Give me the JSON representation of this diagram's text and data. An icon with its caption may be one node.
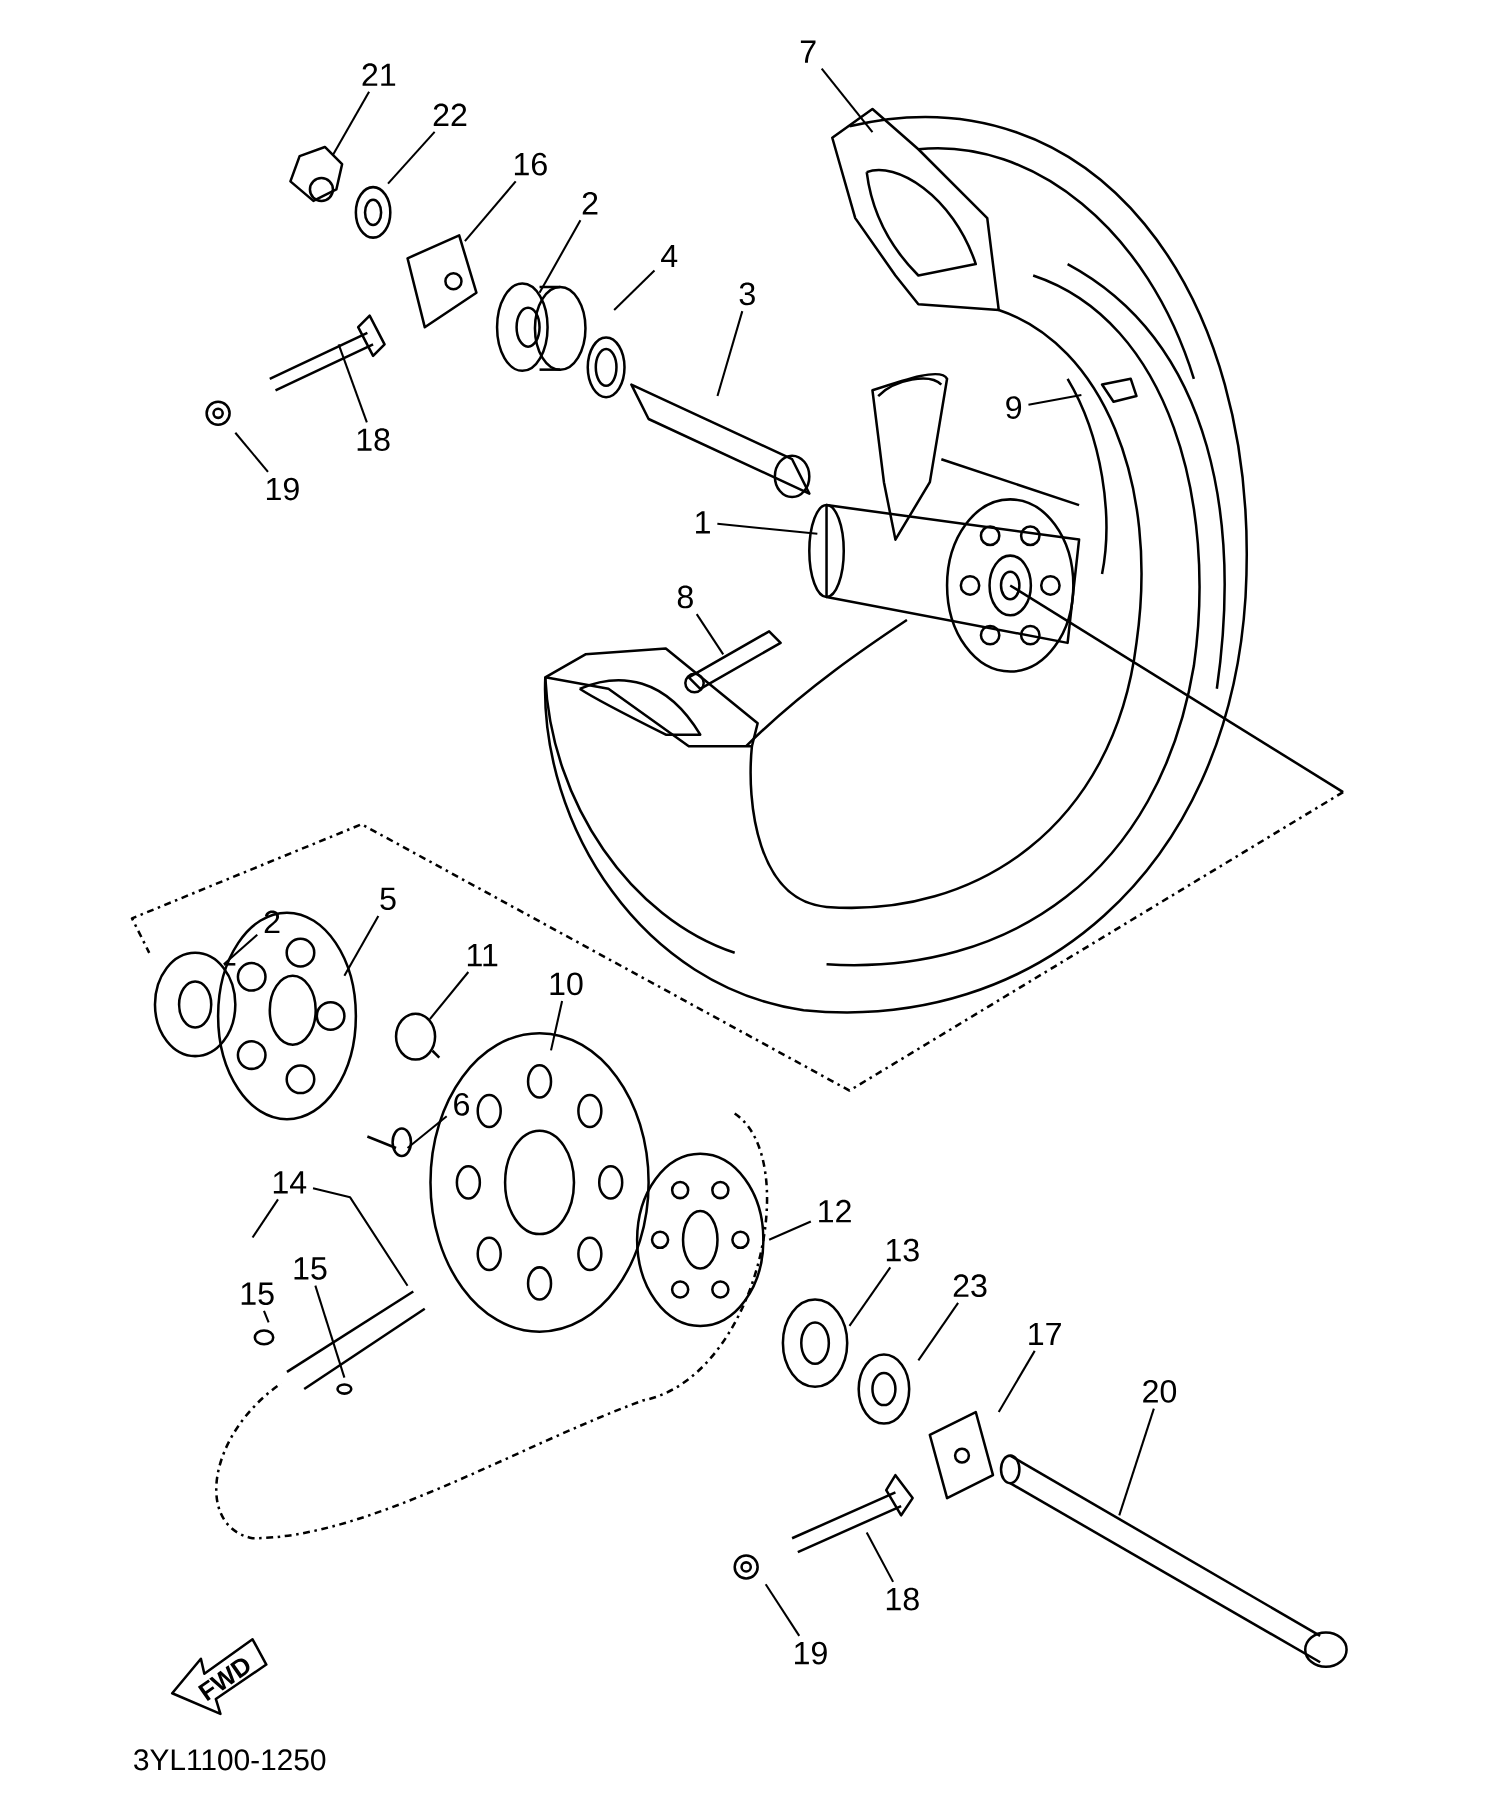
{
  "diagram": {
    "nodes": [
      {
        "text": [
          "7"
        ]
      },
      {
        "text": [
          "21"
        ]
      },
      {
        "text": [
          "22"
        ]
      },
      {
        "text": [
          "16"
        ]
      },
      {
        "text": [
          "2"
        ]
      },
      {
        "text": [
          "4"
        ]
      },
      {
        "text": [
          "3"
        ]
      },
      {
        "text": [
          "9"
        ]
      },
      {
        "text": [
          "18"
        ]
      },
      {
        "text": [
          "19"
        ]
      },
      {
        "text": [
          "1"
        ]
      },
      {
        "text": [
          "8"
        ]
      },
      {
        "text": [
          "2"
        ]
      },
      {
        "text": [
          "5"
        ]
      },
      {
        "text": [
          "11"
        ]
      },
      {
        "text": [
          "10"
        ]
      },
      {
        "text": [
          "6"
        ]
      },
      {
        "text": [
          "14"
        ]
      },
      {
        "text": [
          "15"
        ]
      },
      {
        "text": [
          "15"
        ]
      },
      {
        "text": [
          "12"
        ]
      },
      {
        "text": [
          "13"
        ]
      },
      {
        "text": [
          "23"
        ]
      },
      {
        "text": [
          "17"
        ]
      },
      {
        "text": [
          "20"
        ]
      },
      {
        "text": [
          "18"
        ]
      },
      {
        "text": [
          "19"
        ]
      },
      {
        "text": [],
        "shape": "circle"
      }
    ],
    "edges": [
      {
        "from": 0,
        "to": null,
        "arrow": "none"
      },
      {
        "from": 1,
        "to": null,
        "arrow": "none"
      },
      {
        "from": 2,
        "to": null,
        "arrow": "none"
      },
      {
        "from": 3,
        "to": null,
        "arrow": "none"
      },
      {
        "from": 4,
        "to": null,
        "arrow": "none"
      },
      {
        "from": 5,
        "to": null,
        "arrow": "none"
      },
      {
        "from": 6,
        "to": null,
        "arrow": "none"
      },
      {
        "from": 7,
        "to": null,
        "arrow": "none"
      },
      {
        "from": 8,
        "to": null,
        "arrow": "none"
      },
      {
        "from": 9,
        "to": null,
        "arrow": "none"
      },
      {
        "from": 10,
        "to": null,
        "arrow": "none"
      },
      {
        "from": 11,
        "to": null,
        "arrow": "none"
      },
      {
        "from": 12,
        "to": null,
        "arrow": "none"
      },
      {
        "from": 13,
        "to": null,
        "arrow": "none"
      },
      {
        "from": 14,
        "to": 27,
        "arrow": "none"
      },
      {
        "from": 15,
        "to": null,
        "arrow": "none"
      },
      {
        "from": 16,
        "to": null,
        "arrow": "none"
      },
      {
        "from": 17,
        "to": null,
        "arrow": "none"
      },
      {
        "from": 17,
        "to": null,
        "arrow": "none"
      },
      {
        "from": 18,
        "to": null,
        "arrow": "none"
      },
      {
        "from": 19,
        "to": null,
        "arrow": "none"
      },
      {
        "from": 20,
        "to": null,
        "arrow": "none"
      },
      {
        "from": 21,
        "to": null,
        "arrow": "none"
      },
      {
        "from": 22,
        "to": null,
        "arrow": "none"
      },
      {
        "from": 23,
        "to": null,
        "arrow": "none"
      },
      {
        "from": 24,
        "to": null,
        "arrow": "none"
      },
      {
        "from": 25,
        "to": null,
        "arrow": "none"
      },
      {
        "from": 26,
        "to": null,
        "arrow": "none"
      }
    ],
    "labels": [
      "FWD",
      "3YL1100-1250"
    ]
  }
}
